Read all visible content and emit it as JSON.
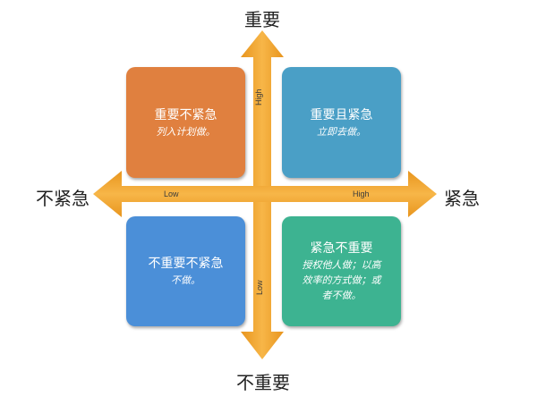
{
  "axes": {
    "top": "重要",
    "bottom": "不重要",
    "left": "不紧急",
    "right": "紧急",
    "ticks": {
      "high_vertical": "High",
      "low_vertical": "Low",
      "low_horizontal": "Low",
      "high_horizontal": "High"
    }
  },
  "quadrants": {
    "top_left": {
      "title": "重要不紧急",
      "subtitle": "列入计划做。",
      "color": "#E0803F"
    },
    "top_right": {
      "title": "重要且紧急",
      "subtitle": "立即去做。",
      "color": "#4A9FC6"
    },
    "bottom_left": {
      "title": "不重要不紧急",
      "subtitle": "不做。",
      "color": "#4B8FD8"
    },
    "bottom_right": {
      "title": "紧急不重要",
      "subtitle": "授权他人做；以高效率的方式做；或者不做。",
      "color": "#3DB391"
    }
  },
  "arrow_color": "#F3A92E"
}
